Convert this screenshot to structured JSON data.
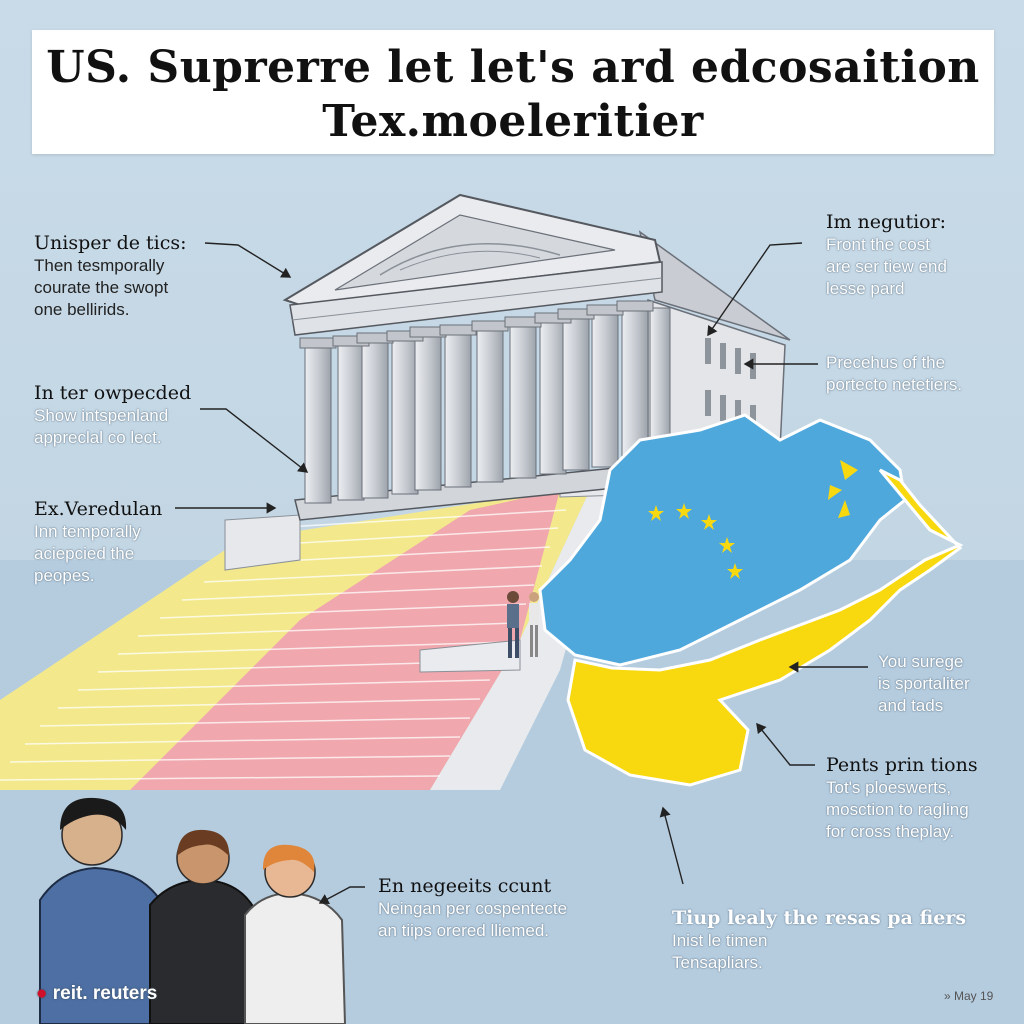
{
  "title": {
    "line1": "US. Suprerre let let's ard edcosaition",
    "line2": "Tex.moeleritier"
  },
  "annotations": [
    {
      "head": "Unisper de tics:",
      "body": [
        "Then tesmporally",
        "courate the swopt",
        "one bellirids."
      ]
    },
    {
      "head": "In ter owpecded",
      "body": [
        "Show intspenland",
        "appreclal co lect."
      ]
    },
    {
      "head": "Ex.Veredulan",
      "body": [
        "Inn temporally",
        "aciepcied the",
        "peopes."
      ]
    },
    {
      "head": "Im negutior:",
      "body": [
        "Front the cost",
        "are ser tiew end",
        "lesse pard"
      ]
    },
    {
      "head": "",
      "body": [
        "Precehus of the",
        "portecto netetiers."
      ]
    },
    {
      "head": "",
      "body": [
        "You surege",
        "is sportaliter",
        "and tads"
      ]
    },
    {
      "head": "Pents prin tions",
      "body": [
        "Tot's ploeswerts,",
        "mosction to ragling",
        "for cross theplay."
      ]
    },
    {
      "head": "En negeeits ccunt",
      "body": [
        "Neingan per cospentecte",
        "an tiips orered lliemed."
      ]
    },
    {
      "head": "Tiup lealy the resas pa fiers",
      "body": [
        "Inist le timen",
        "Tensapliars."
      ]
    }
  ],
  "source": {
    "prefix": "●",
    "text": "reit. reuters"
  },
  "date": "» May 19",
  "colors": {
    "background": "#c6d8e6",
    "title_box": "#ffffff",
    "map_blue": "#4fa8dc",
    "map_yellow": "#f8d90f",
    "stair_yellow": "#f3e98c",
    "stair_pink": "#f0a7ad",
    "building": "#d4d7dc",
    "accent_red": "#d0102a"
  },
  "icons": [
    "courthouse-illustration",
    "map-illustration",
    "star-icon",
    "people-illustration"
  ]
}
